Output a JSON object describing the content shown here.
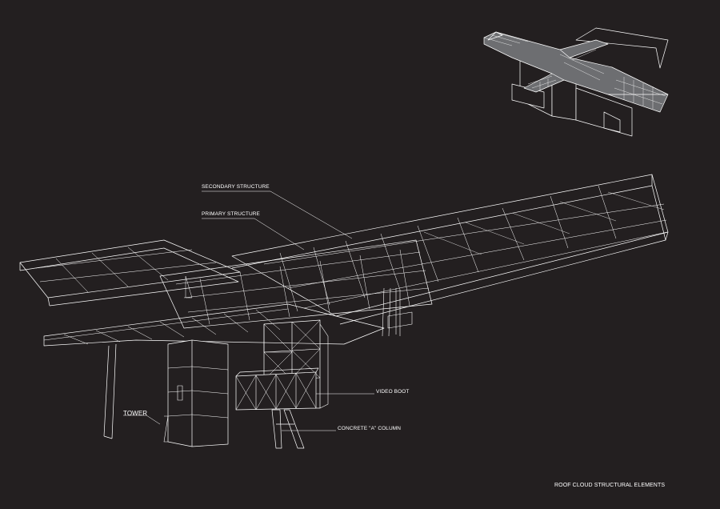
{
  "labels": {
    "secondary_structure": "SECONDARY STRUCTURE",
    "primary_structure": "PRIMARY STRUCTURE",
    "video_boot": "VIDEO BOOT",
    "tower": "TOWER",
    "concrete_column": "CONCRETE \"A\" COLUMN"
  },
  "caption": "ROOF CLOUD STRUCTURAL ELEMENTS",
  "colors": {
    "background": "#231f20",
    "line": "#ffffff",
    "inset_fill": "#6d6e71"
  }
}
